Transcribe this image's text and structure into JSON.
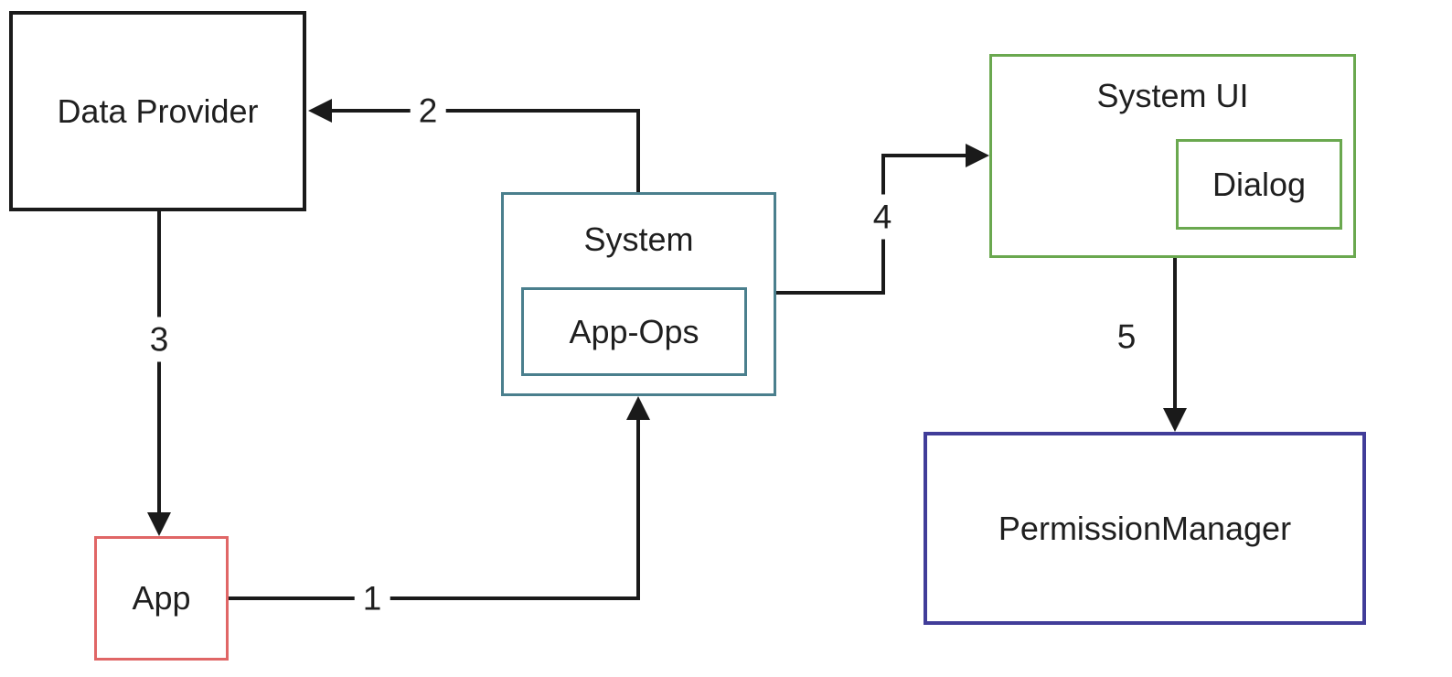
{
  "colors": {
    "line": "#1a1a1a",
    "box_black": "#1a1a1a",
    "box_teal": "#4a7f8d",
    "box_green": "#6aa84f",
    "box_red": "#e06666",
    "box_purple": "#413d99",
    "text": "#1f1f1f",
    "background": "#ffffff"
  },
  "boxes": {
    "data_provider": {
      "label": "Data Provider"
    },
    "app": {
      "label": "App"
    },
    "system": {
      "label": "System"
    },
    "app_ops": {
      "label": "App-Ops"
    },
    "system_ui": {
      "label": "System UI"
    },
    "dialog": {
      "label": "Dialog"
    },
    "permission_manager": {
      "label": "PermissionManager"
    }
  },
  "arrows": [
    {
      "label": "1",
      "from": "App",
      "to": "System"
    },
    {
      "label": "2",
      "from": "System",
      "to": "Data Provider"
    },
    {
      "label": "3",
      "from": "Data Provider",
      "to": "App"
    },
    {
      "label": "4",
      "from": "System",
      "to": "System UI"
    },
    {
      "label": "5",
      "from": "System UI",
      "to": "PermissionManager"
    }
  ]
}
